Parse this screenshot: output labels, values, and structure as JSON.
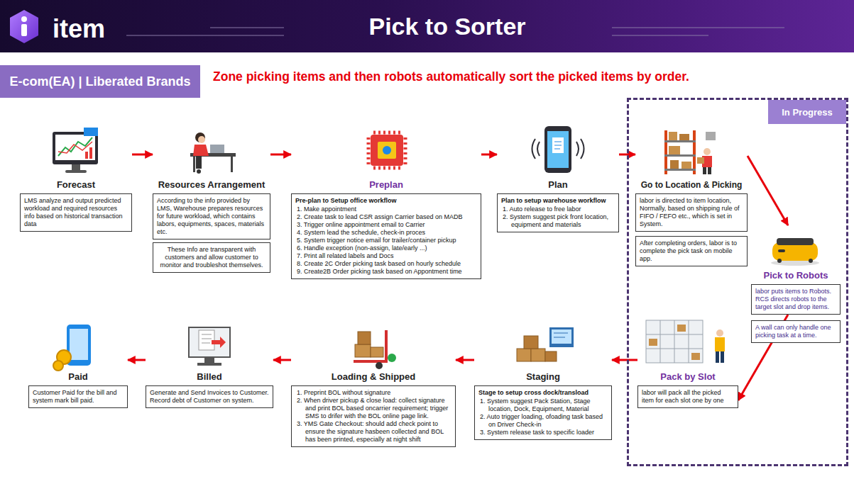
{
  "diagram": {
    "title": "Pick to Sorter",
    "nodes": [
      {
        "text": [
          "E-com(EA) | Liberated Brands"
        ]
      },
      {
        "text": [
          "Forecast",
          "LMS analyze and output predicted workload and required resources info based on historical transaction data"
        ]
      },
      {
        "text": [
          "Resources Arrangement",
          "According to the info provided by LMS, Warehouse prepares resources for future workload, which contains labors, equipments, spaces, materials etc."
        ]
      },
      {
        "text": [
          "These Info are transparent with customers and allow customer to monitor and troubleshot themselves."
        ]
      },
      {
        "text": [
          "Preplan",
          "Pre-plan to Setup office workflow",
          "1. Make appointment",
          "2. Create task to lead CSR assign Carrier based on MADB",
          "3. Trigger online appointment email to Carrier",
          "4. System lead the schedule, check-in proces",
          "5. System trigger notice email for trailer/container pickup",
          "6. Handle exception (non-assign, late/early ...)",
          "7. Print all related labels and Docs",
          "8. Create 2C Order picking task based on hourly schedule",
          "9. Create2B Order picking task based on Appontment time"
        ]
      },
      {
        "text": [
          "Plan",
          "Plan to setup warehouse workflow",
          "1. Auto release to free labor",
          "2. System suggest pick front location, equipment and materials"
        ]
      },
      {
        "text": [
          "In Progress"
        ]
      },
      {
        "text": [
          "Go to Location & Picking",
          "labor is directed to item location, Normally, based on shipping rule of FIFO / FEFO etc., which is set in System."
        ],
        "in": 6
      },
      {
        "text": [
          "After completing orders, labor is to complete the pick task on mobile app."
        ],
        "in": 6
      },
      {
        "text": [
          "Pick to Robots",
          "labor puts items to Robots. RCS directs robots to the target slot and drop items."
        ],
        "in": 6
      },
      {
        "text": [
          "A wall can only handle one picking task at a time."
        ],
        "in": 6
      },
      {
        "text": [
          "Pack by Slot",
          "labor will pack all the picked item for each slot one by one"
        ],
        "in": 6
      },
      {
        "text": [
          "Staging",
          "Stage to setup cross dock/transload",
          "1. System suggest Pack Station, Stage location, Dock, Equipment, Material",
          "2. Auto trigger loading, ofoading task based on Driver Check-in",
          "3. System release task to specific loader"
        ]
      },
      {
        "text": [
          "Loading & Shipped",
          "1. Preprint BOL without signature",
          "2. When driver pickup & close load: collect signature and print BOL based oncarrier requirement; trigger SMS to drifer with the BOL online page link.",
          "3. YMS Gate Checkout: should add check point to ensure the signature hasbeen collected and BOL has been printed, especially at night shift"
        ]
      },
      {
        "text": [
          "Billed",
          "Generate and Send Invoices to Customer. Record debt of Customer on system."
        ]
      },
      {
        "text": [
          "Paid",
          "Customer Paid for the bill and system mark bill paid."
        ]
      }
    ],
    "edges": [
      {
        "from": 1,
        "to": 2,
        "arrow": "to"
      },
      {
        "from": 2,
        "to": 4,
        "arrow": "to"
      },
      {
        "from": 4,
        "to": 5,
        "arrow": "to"
      },
      {
        "from": 5,
        "to": 7,
        "arrow": "to"
      },
      {
        "from": 7,
        "to": 9,
        "arrow": "to"
      },
      {
        "from": 9,
        "to": 11,
        "arrow": "to"
      },
      {
        "from": 11,
        "to": 12,
        "arrow": "to"
      },
      {
        "from": 12,
        "to": 13,
        "arrow": "to"
      },
      {
        "from": 13,
        "to": 14,
        "arrow": "to"
      },
      {
        "from": 14,
        "to": 15,
        "arrow": "to"
      }
    ],
    "labels": [
      "item",
      "Zone picking items and then robots automatically sort the picked items by order."
    ]
  }
}
